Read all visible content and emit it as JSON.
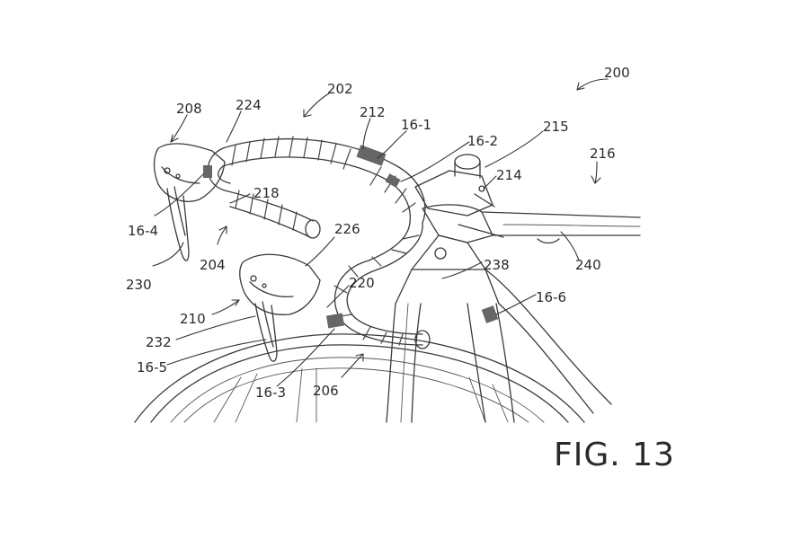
{
  "figure": {
    "caption": "FIG. 13",
    "labels": {
      "l200": "200",
      "l202": "202",
      "l204": "204",
      "l206": "206",
      "l208": "208",
      "l210": "210",
      "l212": "212",
      "l214": "214",
      "l215": "215",
      "l216": "216",
      "l218": "218",
      "l220": "220",
      "l224": "224",
      "l226": "226",
      "l230": "230",
      "l232": "232",
      "l238": "238",
      "l240": "240",
      "l16_1": "16-1",
      "l16_2": "16-2",
      "l16_3": "16-3",
      "l16_4": "16-4",
      "l16_5": "16-5",
      "l16_6": "16-6"
    }
  }
}
